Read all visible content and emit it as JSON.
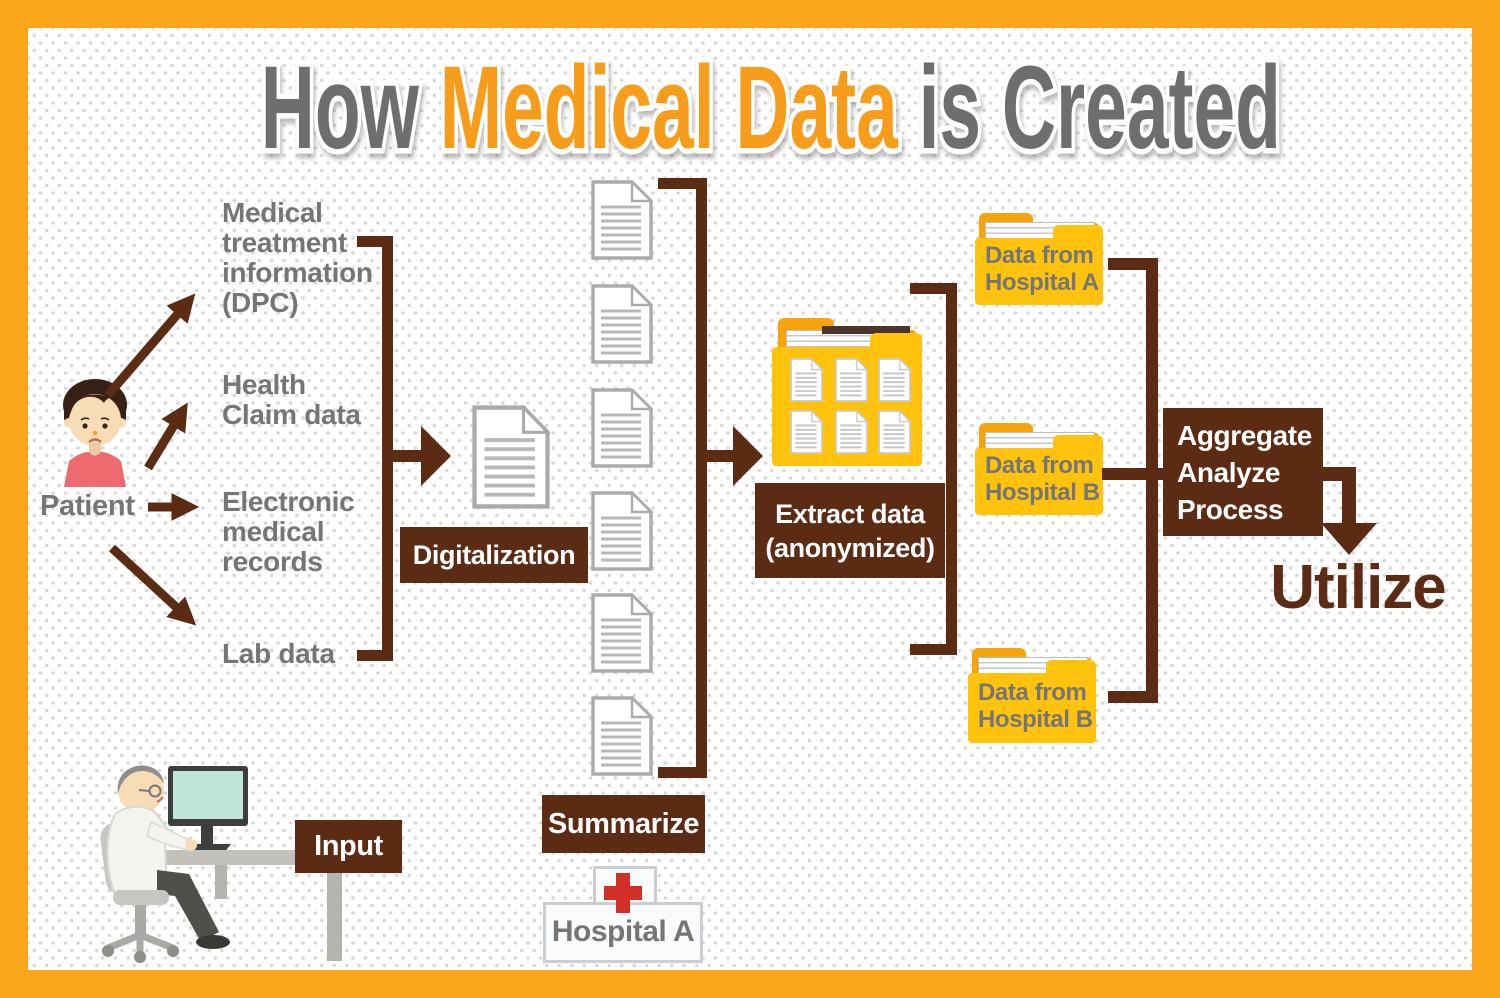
{
  "colors": {
    "border-orange": "#FAA61A",
    "title-orange": "#F89C1C",
    "title-gray": "#6E6E6E",
    "brown": "#5C2B14",
    "label-gray": "#757575",
    "folder-yellow": "#FFC30E",
    "folder-dark": "#F5A40C",
    "doc-border": "#ABABAB",
    "cross-red": "#D22F27"
  },
  "title": {
    "how": "How ",
    "medical_data": "Medical Data ",
    "is_created": "is Created"
  },
  "patient": {
    "label": "Patient"
  },
  "sources": {
    "dpc": "Medical\ntreatment\ninformation\n(DPC)",
    "health_claim": "Health\nClaim data",
    "emr": "Electronic\nmedical\nrecords",
    "lab": "Lab data"
  },
  "steps": {
    "input": "Input",
    "digitalization": "Digitalization",
    "summarize": "Summarize",
    "extract": "Extract data\n(anonymized)",
    "aggregate": "Aggregate\nAnalyze\nProcess",
    "utilize": "Utilize"
  },
  "folders": {
    "hospital_a": "Data from\nHospital A",
    "hospital_b_mid": "Data from\nHospital B",
    "hospital_b_bottom": "Data from\nHospital B"
  },
  "hospital": {
    "label": "Hospital A"
  }
}
